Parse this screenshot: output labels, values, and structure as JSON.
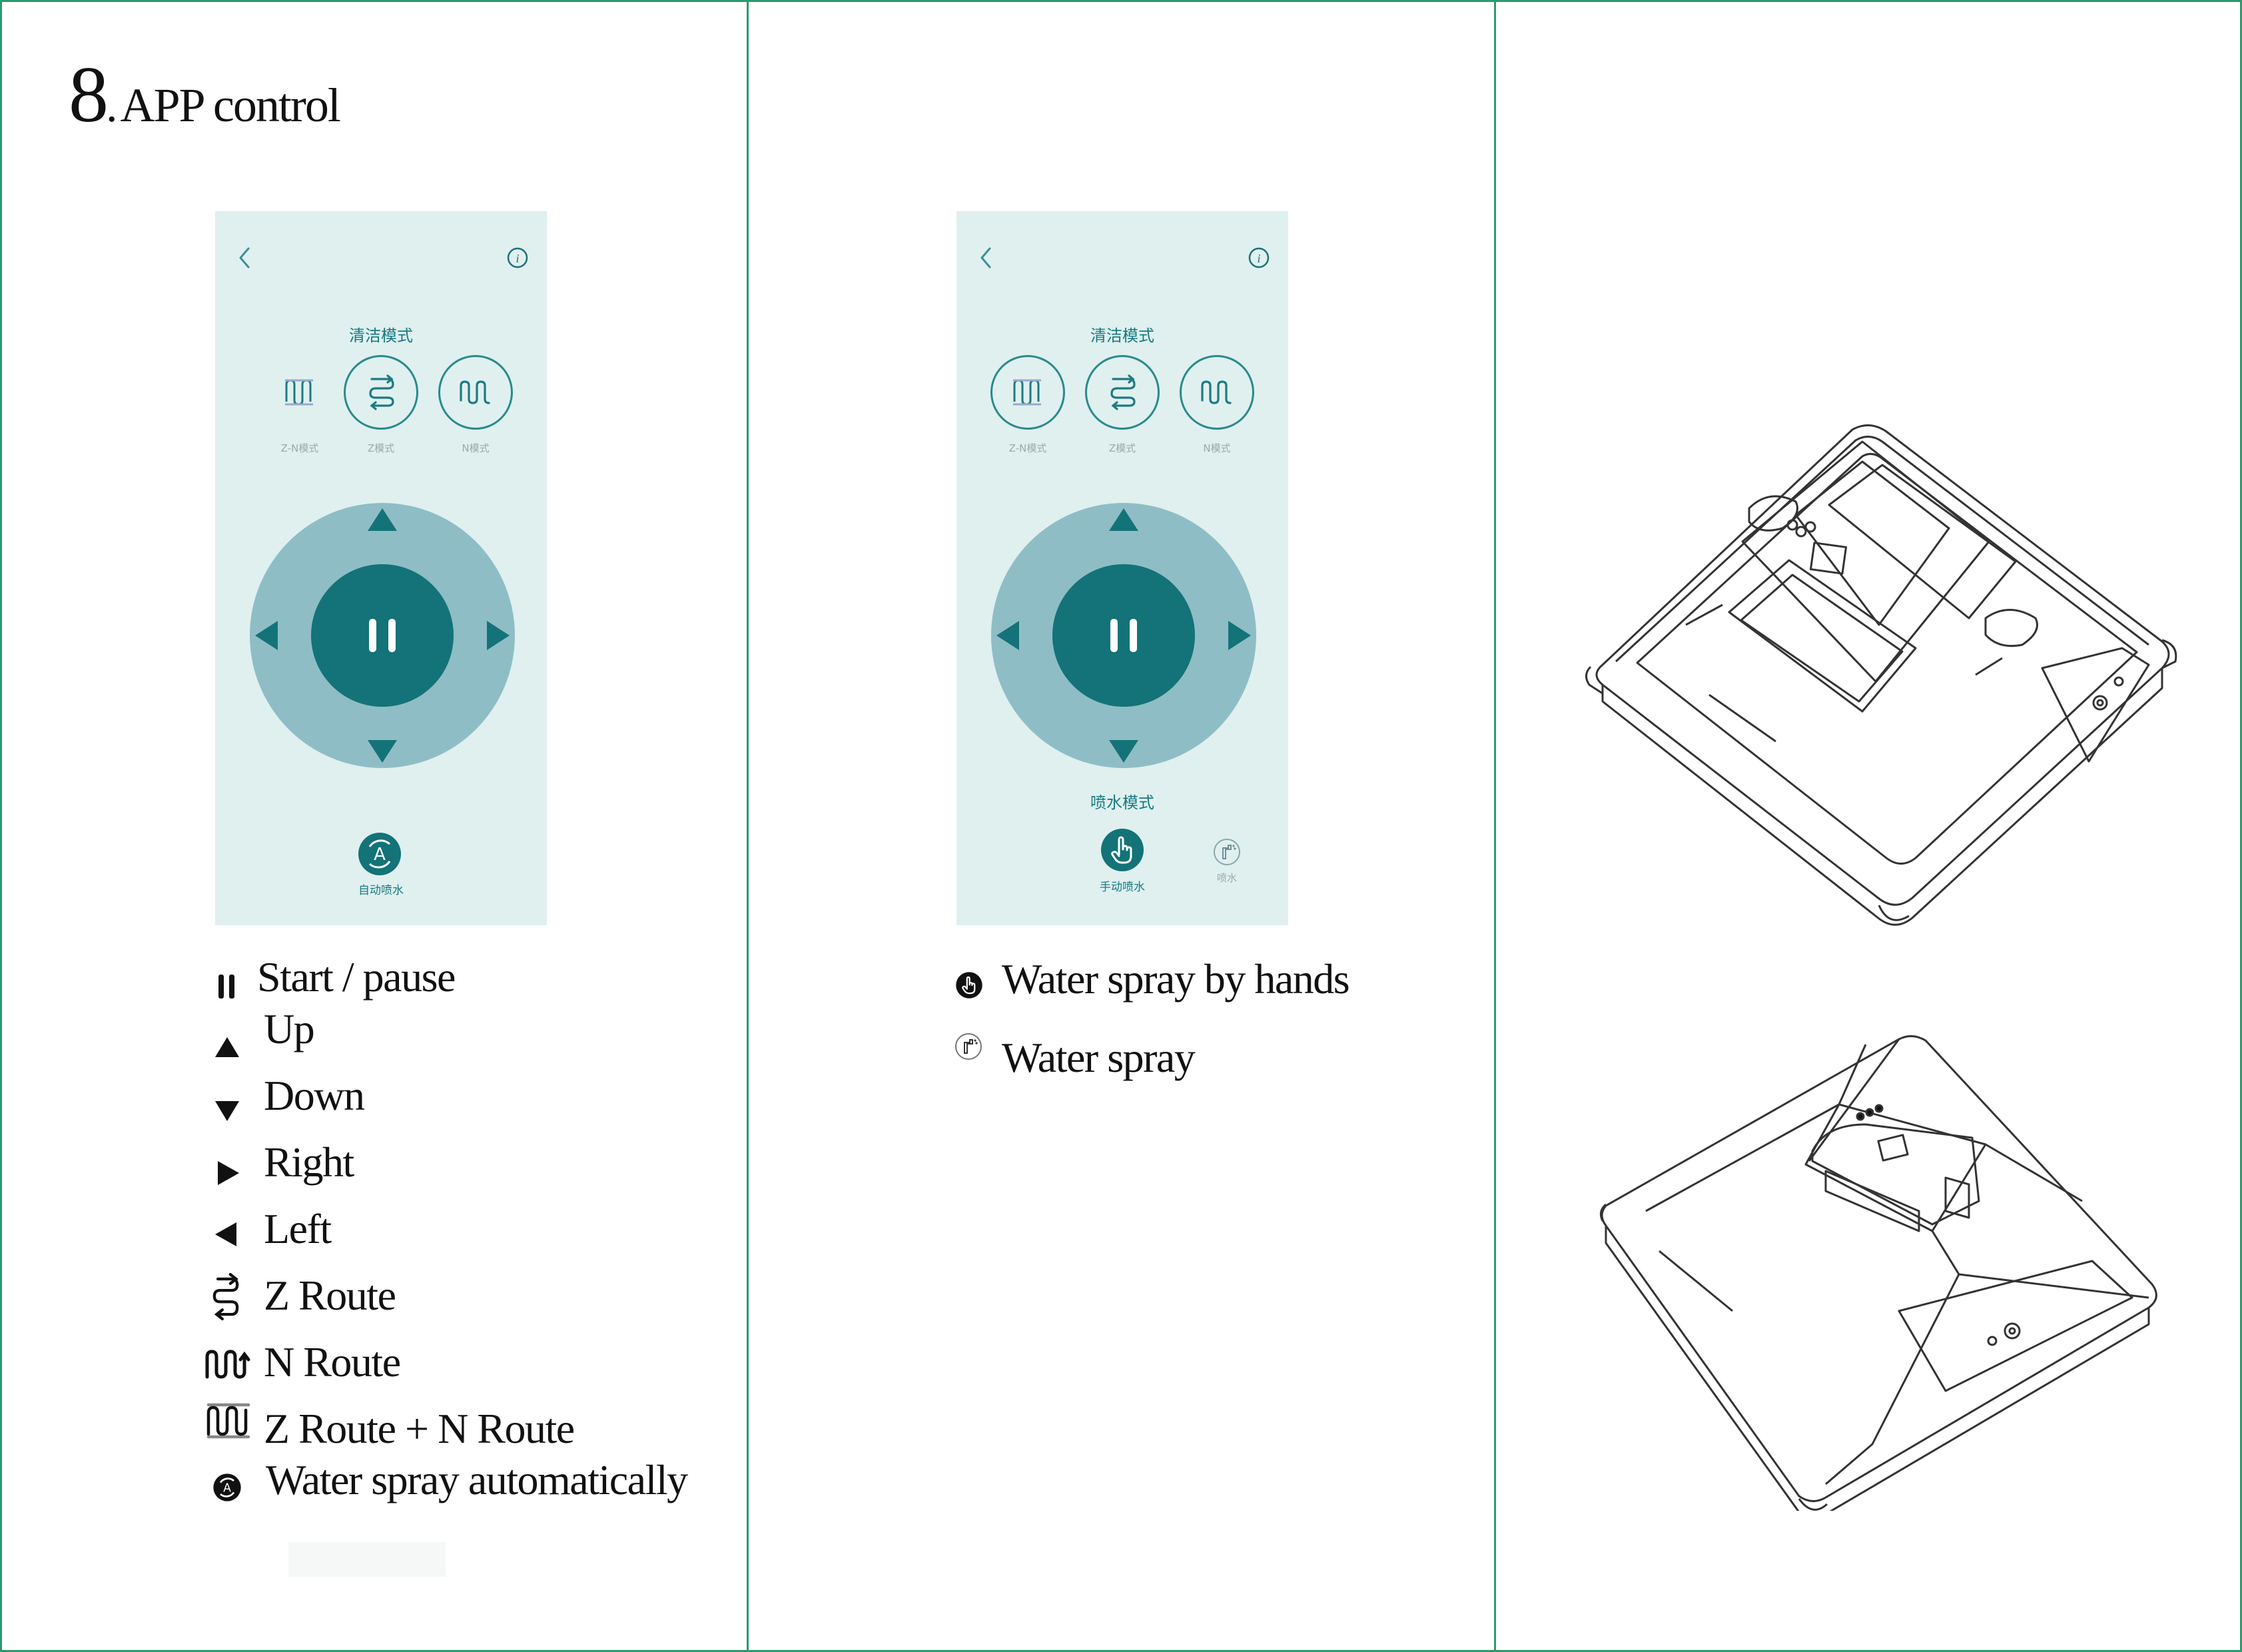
{
  "heading": {
    "number": "8",
    "dot": ".",
    "title": "APP control"
  },
  "phone1": {
    "title": "清洁模式",
    "modes": [
      "Z-N模式",
      "Z模式",
      "N模式"
    ],
    "spray_label": "自动喷水"
  },
  "phone2": {
    "title": "清洁模式",
    "modes": [
      "Z-N模式",
      "Z模式",
      "N模式"
    ],
    "spray_title": "喷水模式",
    "spray_manual": "手动喷水",
    "spray_button": "喷水"
  },
  "legend1": [
    {
      "icon": "pause-icon",
      "label": "Start / pause"
    },
    {
      "icon": "up-arrow-icon",
      "label": "Up"
    },
    {
      "icon": "down-arrow-icon",
      "label": "Down"
    },
    {
      "icon": "right-arrow-icon",
      "label": "Right"
    },
    {
      "icon": "left-arrow-icon",
      "label": "Left"
    },
    {
      "icon": "z-route-icon",
      "label": "Z Route"
    },
    {
      "icon": "n-route-icon",
      "label": "N Route"
    },
    {
      "icon": "zn-route-icon",
      "label": "Z Route + N Route"
    },
    {
      "icon": "auto-spray-icon",
      "label": "Water spray automatically"
    }
  ],
  "legend2": [
    {
      "icon": "manual-spray-icon",
      "label": "Water spray by hands"
    },
    {
      "icon": "spray-icon",
      "label": "Water spray"
    }
  ],
  "colors": {
    "border": "#2a9a6e",
    "phone_bg": "#dff0ef",
    "teal_dark": "#137378",
    "teal_ring": "#8fbdc6",
    "teal_text": "#167a82"
  }
}
